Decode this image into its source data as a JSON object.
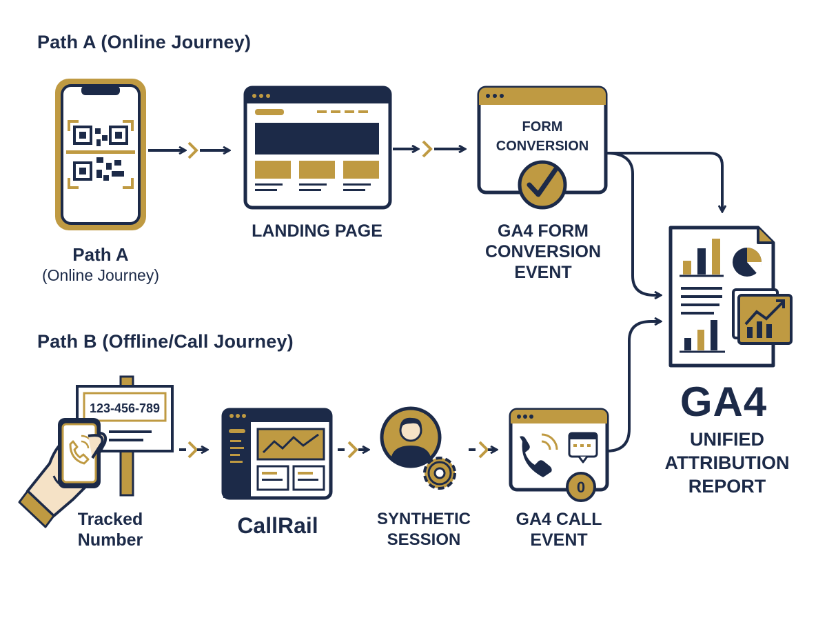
{
  "headings": {
    "path_a_bold": "Path A",
    "path_a_thin": "(Online Journey)",
    "path_b_bold": "Path B",
    "path_b_thin": "(Offline/Call Journey)"
  },
  "path_a": {
    "phone_caption_line1": "Path A",
    "phone_caption_line2": "(Online Journey)",
    "landing_caption": "LANDING PAGE",
    "form_box_line1": "FORM",
    "form_box_line2": "CONVERSION",
    "form_caption_line1": "GA4 FORM",
    "form_caption_line2": "CONVERSION",
    "form_caption_line3": "EVENT"
  },
  "path_b": {
    "phone_number": "123-456-789",
    "tracked_line1": "Tracked",
    "tracked_line2": "Number",
    "callrail_caption": "CallRail",
    "synthetic_line1": "SYNTHETIC",
    "synthetic_line2": "SESSION",
    "call_event_line1": "GA4 CALL",
    "call_event_line2": "EVENT",
    "badge_value": "0"
  },
  "report": {
    "title": "GA4",
    "line1": "UNIFIED",
    "line2": "ATTRIBUTION",
    "line3": "REPORT"
  },
  "colors": {
    "navy": "#1c2a48",
    "gold": "#bf9a42",
    "paper": "#ffffff"
  },
  "icons": [
    "qr-code-icon",
    "smartphone-icon",
    "browser-window-icon",
    "checkmark-icon",
    "report-document-icon",
    "bar-chart-icon",
    "pie-chart-icon",
    "line-chart-icon",
    "billboard-sign-icon",
    "hand-holding-phone-icon",
    "dashboard-window-icon",
    "user-avatar-icon",
    "gear-icon",
    "phone-handset-icon",
    "calendar-bubble-icon",
    "flow-arrow-icon"
  ]
}
